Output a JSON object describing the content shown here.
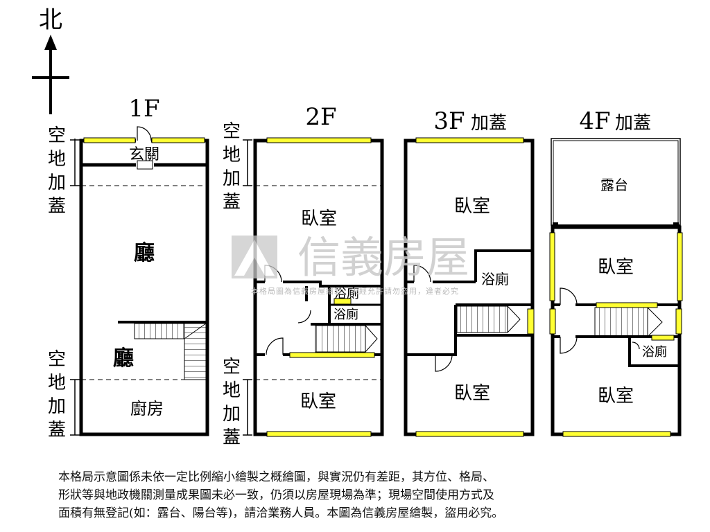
{
  "compass": {
    "north": "北"
  },
  "floors": [
    {
      "title": "1F"
    },
    {
      "title": "2F"
    },
    {
      "title": "3F",
      "suffix": "加蓋"
    },
    {
      "title": "4F",
      "suffix": "加蓋"
    }
  ],
  "side_labels": {
    "open_space_addition": "空地加蓋",
    "open_space_addition_chars": [
      "空",
      "地",
      "加",
      "蓋"
    ]
  },
  "rooms": {
    "entrance": "玄關",
    "living_room": "廳",
    "kitchen": "廚房",
    "bedroom": "臥室",
    "bathroom": "浴廁",
    "terrace": "露台"
  },
  "watermark": {
    "brand": "信義房屋",
    "notice": "本格局圖為信義房屋繪製，未經允許請勿盜用，違者必究"
  },
  "disclaimer_lines": [
    "本格局示意圖係未依一定比例縮小繪製之概繪圖，與實況仍有差距，其方位、格局、",
    "形狀等與地政機關測量成果圖未必一致，仍須以房屋現場為準；現場空間使用方式及",
    "面積有無登記(如：露台、陽台等)，請洽業務人員。本圖為信義房屋繪製，盜用必究。"
  ],
  "colors": {
    "wall": "#000000",
    "window": "#ffff33",
    "watermark": "#c9c9c9"
  }
}
